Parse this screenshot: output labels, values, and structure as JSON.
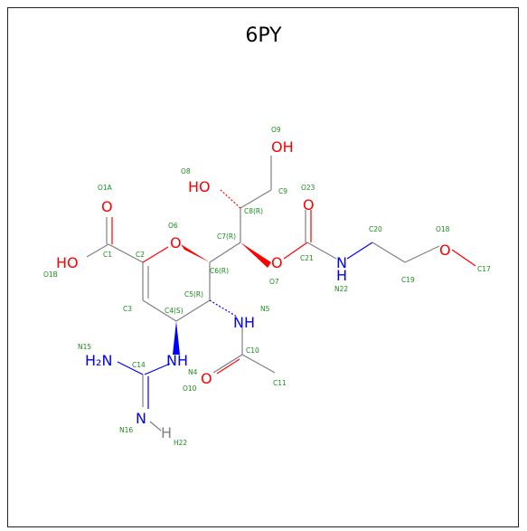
{
  "title": "6PY",
  "colors": {
    "bond": "#808080",
    "oxygen": "#ff0000",
    "nitrogen": "#0000ff",
    "label": "#1c8c1c",
    "hydrogen": "#808080"
  },
  "atom_symbols": {
    "OH_O9": "OH",
    "HO_O8": "HO",
    "O_O23": "O",
    "O_O1A": "O",
    "O_O6": "O",
    "HO_O1B": "HO",
    "O_O7": "O",
    "N_N22": "N",
    "H_N22": "H",
    "O_O18": "O",
    "NH_N5": "NH",
    "H2N_N15": "H₂N",
    "NH_N4": "NH",
    "O_O10": "O",
    "N_N16": "N",
    "H_H22": "H"
  },
  "atom_labels": {
    "O9": "O9",
    "O8": "O8",
    "C9": "C9",
    "O23": "O23",
    "C8": "C8(R)",
    "O1A": "O1A",
    "O6": "O6",
    "C7": "C7(R)",
    "C20": "C20",
    "O18": "O18",
    "C1": "C1",
    "C2": "C2",
    "C6": "C6(R)",
    "C21": "C21",
    "O1B": "O1B",
    "O7": "O7",
    "C19": "C19",
    "C17": "C17",
    "C5": "C5(R)",
    "N22": "N22",
    "C3": "C3",
    "C4": "C4(S)",
    "N5": "N5",
    "C10": "C10",
    "N15": "N15",
    "C14": "C14",
    "N4": "N4",
    "C11": "C11",
    "O10": "O10",
    "N16": "N16",
    "H22": "H22"
  }
}
